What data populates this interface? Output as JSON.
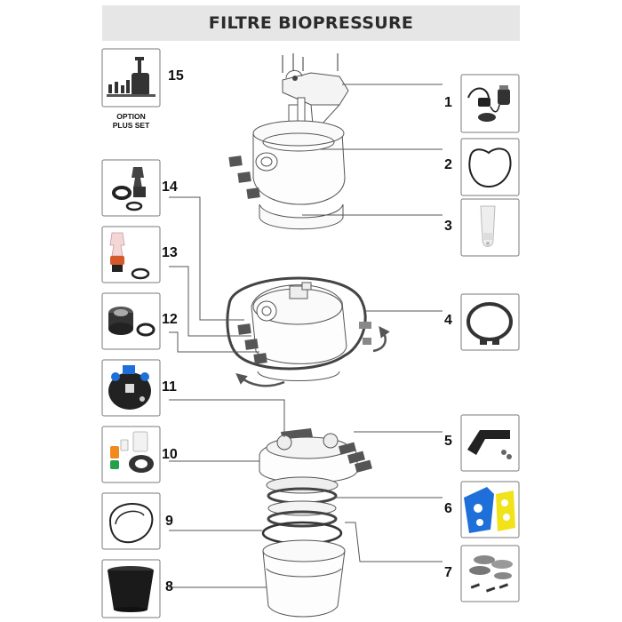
{
  "header": {
    "title": "FILTRE BIOPRESSURE"
  },
  "parts": [
    {
      "number": "1",
      "name": "uvc-lamp-unit"
    },
    {
      "number": "2",
      "name": "lid-gasket"
    },
    {
      "number": "3",
      "name": "quartz-sleeve"
    },
    {
      "number": "4",
      "name": "clamp-ring"
    },
    {
      "number": "5",
      "name": "handle"
    },
    {
      "number": "6",
      "name": "filter-sponges"
    },
    {
      "number": "7",
      "name": "fixing-kit"
    },
    {
      "number": "8",
      "name": "filter-bucket"
    },
    {
      "number": "9",
      "name": "o-ring"
    },
    {
      "number": "10",
      "name": "connector-set"
    },
    {
      "number": "11",
      "name": "filter-lid"
    },
    {
      "number": "12",
      "name": "hose-nut"
    },
    {
      "number": "13",
      "name": "hose-tail"
    },
    {
      "number": "14",
      "name": "stepped-hose-adapter"
    },
    {
      "number": "15",
      "name": "pump-option"
    }
  ],
  "option_note": {
    "line1": "OPTION",
    "line2": "PLUS SET"
  },
  "colors": {
    "header_bg": "#e6e6e6",
    "line": "#555555",
    "frame": "#7a7a7a",
    "sponge_blue": "#1e6fd9",
    "sponge_yellow": "#f2e21a"
  }
}
